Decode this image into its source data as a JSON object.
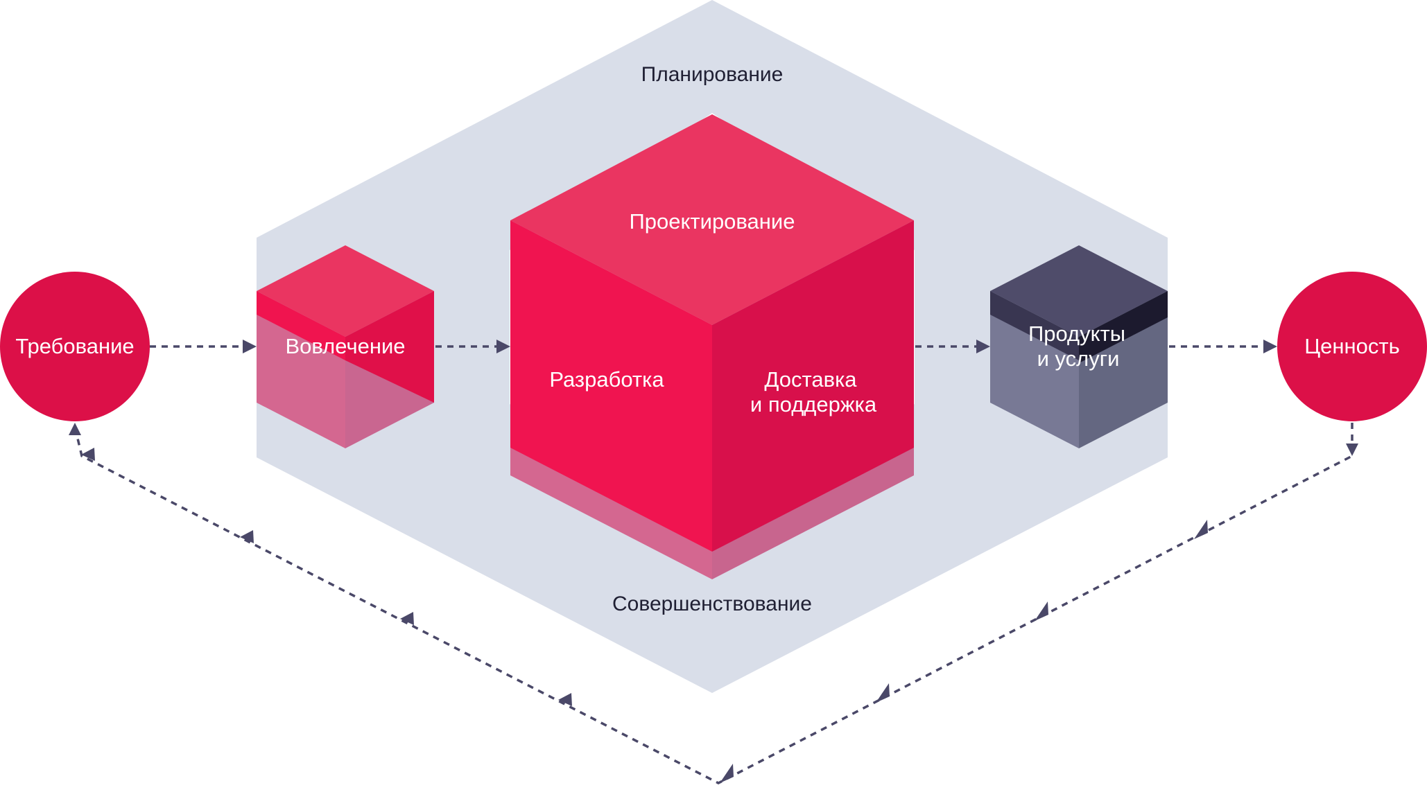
{
  "title": "",
  "colors": {
    "background_band": "#d9dee9",
    "accent_red": "#e01049",
    "accent_red_light": "#ea3561",
    "accent_red_dark": "#d1104b",
    "pale_red": "#d46790",
    "dark_cube_top": "#4f4c6a",
    "dark_cube_front": "#393651",
    "dark_cube_side": "#1c1a2e",
    "flow_line": "#4a4868",
    "label_dark": "#1f1f33",
    "label_light": "#ffffff"
  },
  "nodes": {
    "requirement": {
      "label": "Требование"
    },
    "value": {
      "label": "Ценность"
    },
    "engagement": {
      "label": "Вовлечение"
    },
    "design": {
      "label": "Проектирование"
    },
    "development": {
      "label": "Разработка"
    },
    "delivery": {
      "line1": "Доставка",
      "line2": "и поддержка"
    },
    "products": {
      "line1": "Продукты",
      "line2": "и услуги"
    }
  },
  "band": {
    "top_label": "Планирование",
    "bottom_label": "Совершенствование"
  },
  "flows": [
    {
      "from": "requirement",
      "to": "engagement"
    },
    {
      "from": "engagement",
      "to": "development"
    },
    {
      "from": "delivery",
      "to": "products"
    },
    {
      "from": "products",
      "to": "value"
    },
    {
      "from": "value",
      "to": "requirement",
      "route": "bottom loop"
    }
  ]
}
